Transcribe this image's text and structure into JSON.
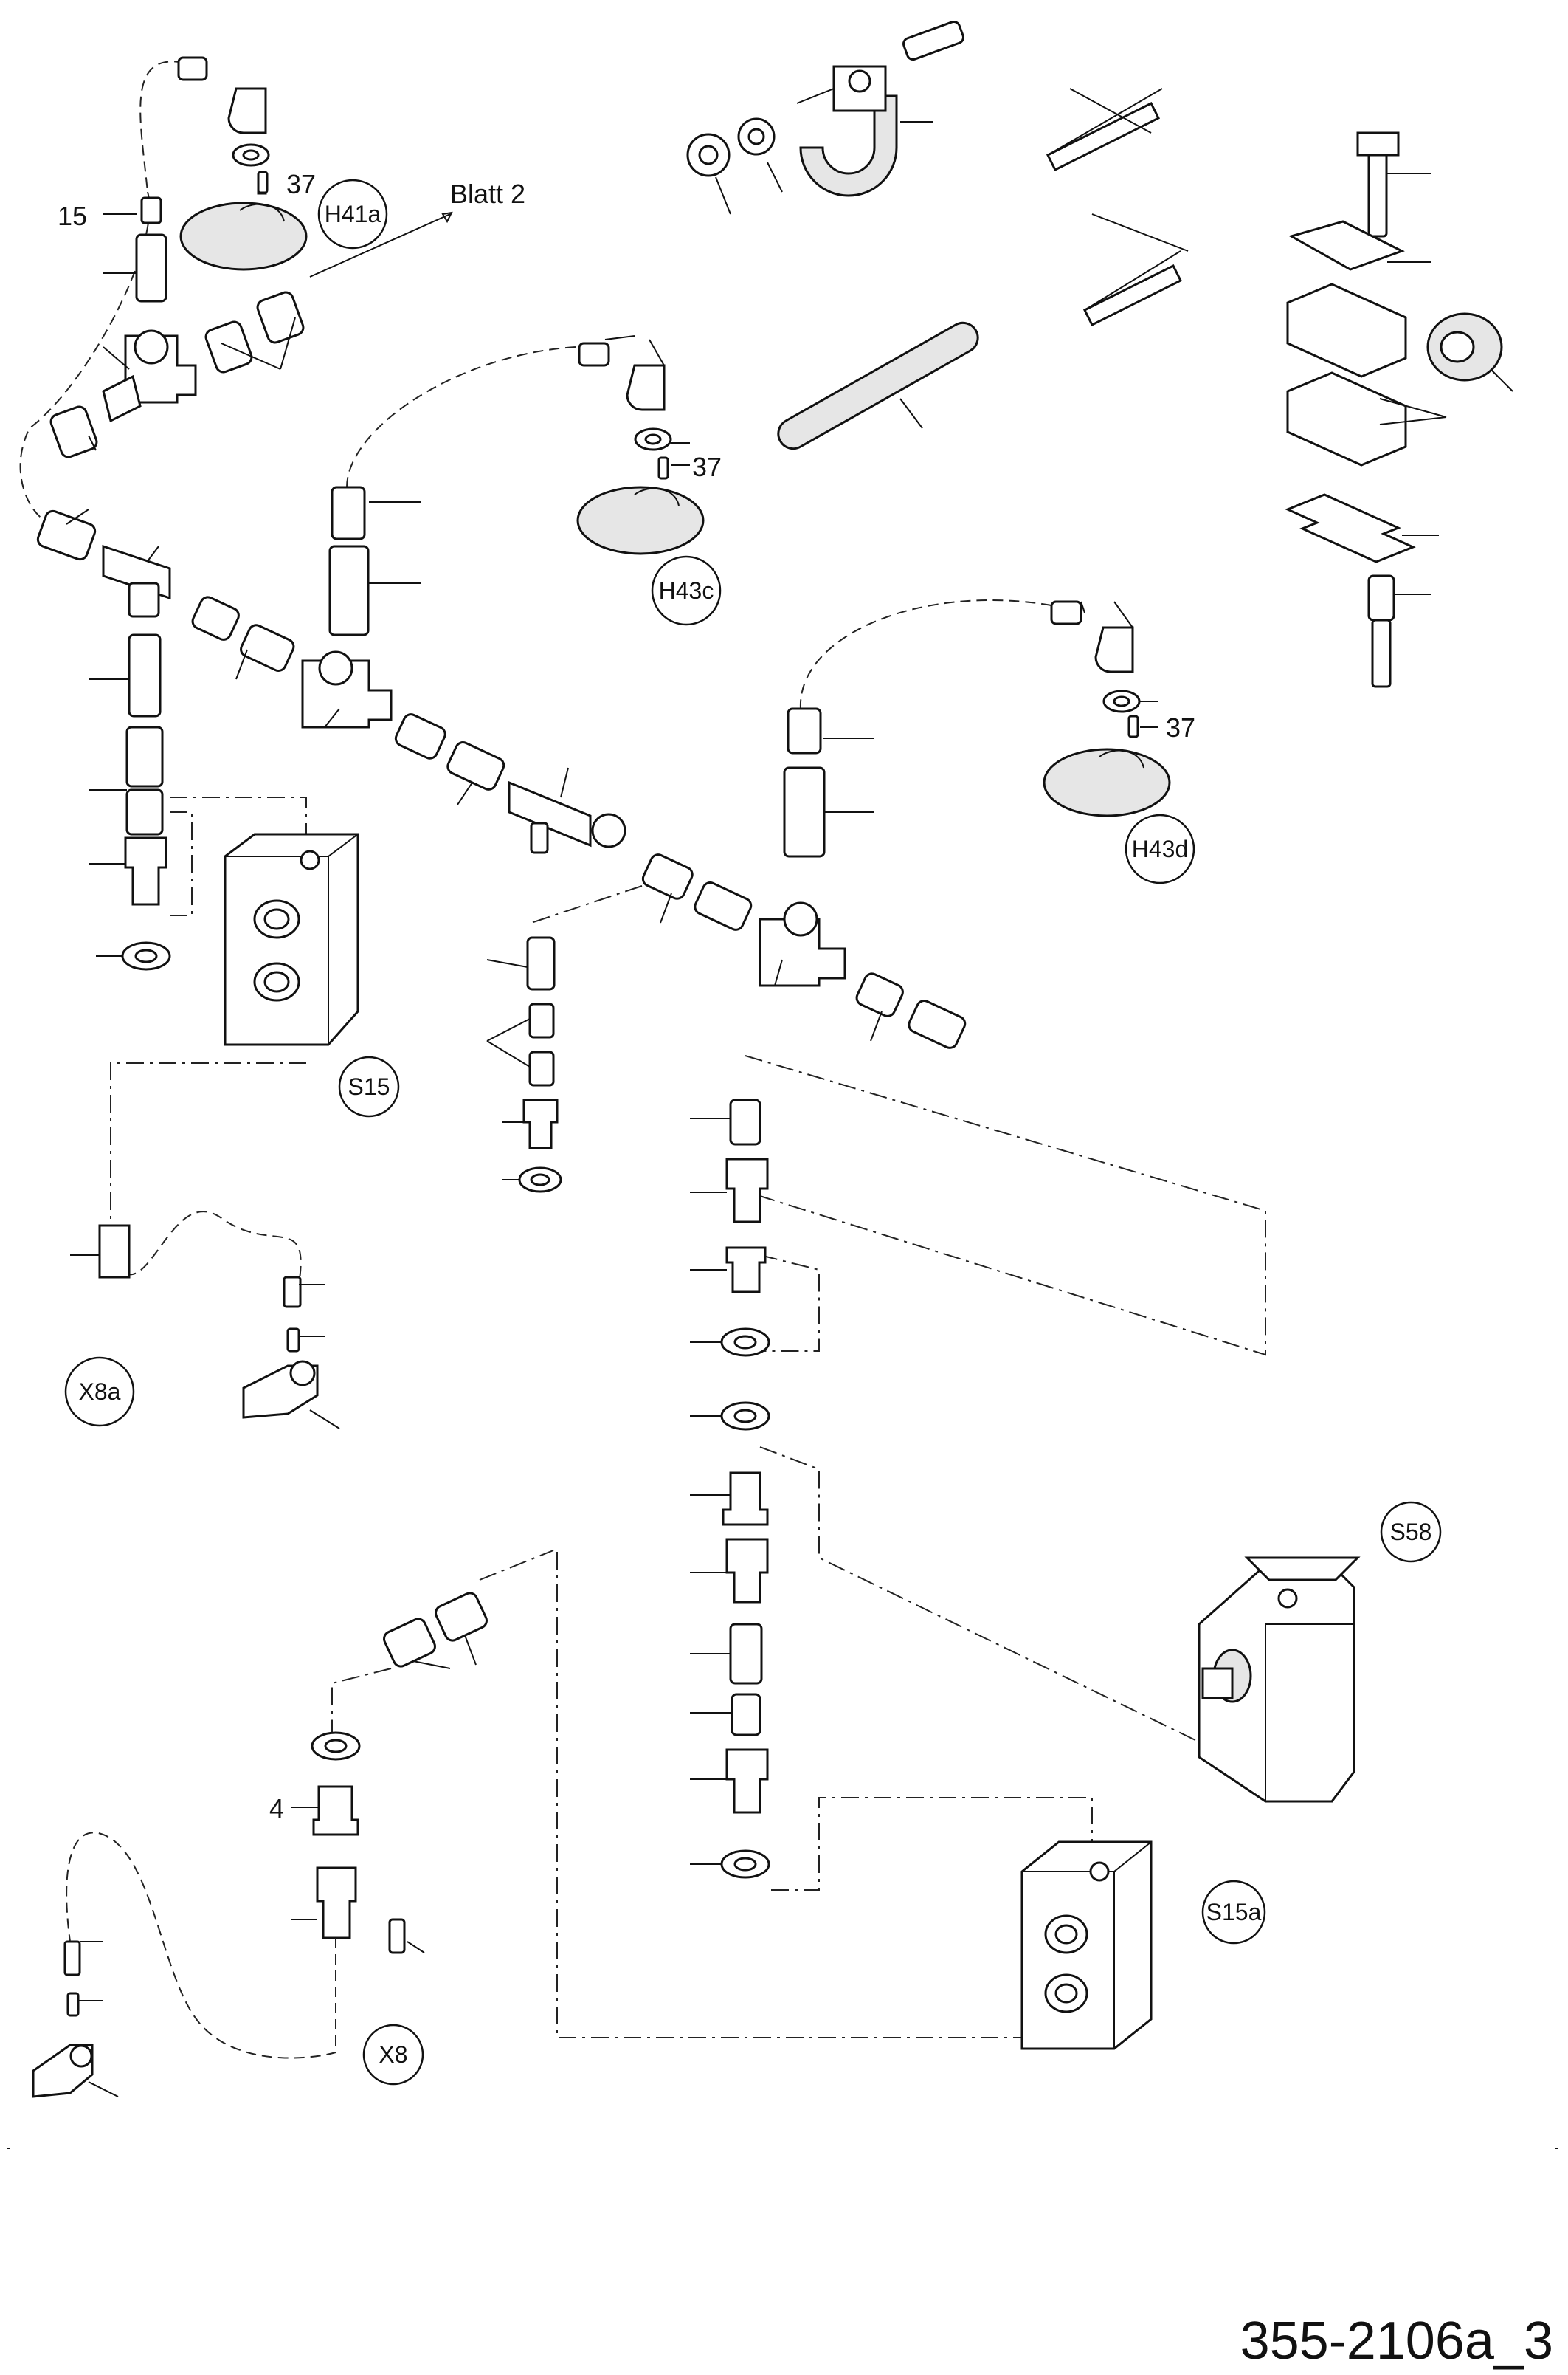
{
  "callouts": {
    "c15": "15",
    "c37a": "37",
    "c37b": "37",
    "c37c": "37",
    "c4": "4",
    "blatt": "Blatt 2"
  },
  "designators": {
    "h41a": "H41a",
    "h43c": "H43c",
    "h43d": "H43d",
    "s15": "S15",
    "s15a": "S15a",
    "s58": "S58",
    "x8a": "X8a",
    "x8": "X8"
  },
  "drawing_number": "355-2106a_3",
  "colors": {
    "line": "#111111",
    "part_fill": "#ffffff",
    "shade_fill": "#e6e6e6"
  }
}
